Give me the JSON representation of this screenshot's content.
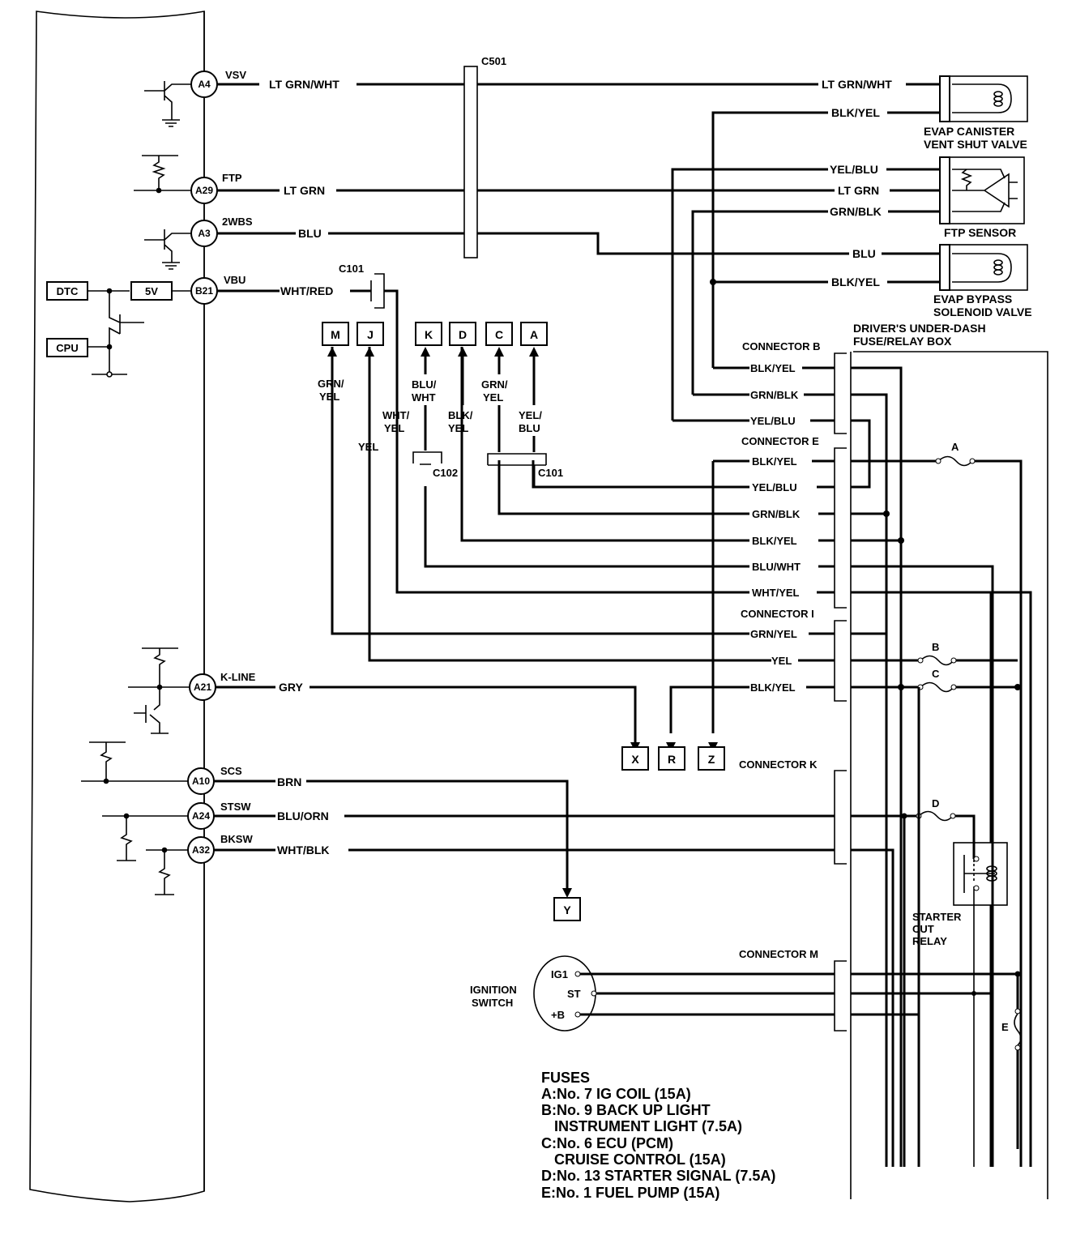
{
  "ecu": {
    "pins": [
      {
        "id": "A4",
        "signal": "VSV",
        "wire": "LT GRN/WHT"
      },
      {
        "id": "A29",
        "signal": "FTP",
        "wire": "LT GRN"
      },
      {
        "id": "A3",
        "signal": "2WBS",
        "wire": "BLU"
      },
      {
        "id": "B21",
        "signal": "VBU",
        "wire": "WHT/RED"
      },
      {
        "id": "A21",
        "signal": "K-LINE",
        "wire": "GRY"
      },
      {
        "id": "A10",
        "signal": "SCS",
        "wire": "BRN"
      },
      {
        "id": "A24",
        "signal": "STSW",
        "wire": "BLU/ORN"
      },
      {
        "id": "A32",
        "signal": "BKSW",
        "wire": "WHT/BLK"
      }
    ],
    "internal_blocks": {
      "dtc": "DTC",
      "v5": "5V",
      "cpu": "CPU"
    }
  },
  "connectors": {
    "c501": "C501",
    "c101_top": "C101",
    "c102": "C102",
    "c101_mid": "C101",
    "b": "CONNECTOR B",
    "e": "CONNECTOR E",
    "i": "CONNECTOR I",
    "k": "CONNECTOR K",
    "m": "CONNECTOR M"
  },
  "components": {
    "evap_canister": {
      "line1": "EVAP CANISTER",
      "line2": "VENT SHUT VALVE",
      "wires": [
        "LT GRN/WHT",
        "BLK/YEL"
      ]
    },
    "ftp_sensor": {
      "label": "FTP SENSOR",
      "wires": [
        "YEL/BLU",
        "LT GRN",
        "GRN/BLK"
      ]
    },
    "evap_bypass": {
      "line1": "EVAP BYPASS",
      "line2": "SOLENOID VALVE",
      "wires": [
        "BLU",
        "BLK/YEL"
      ]
    },
    "fuse_box": {
      "line1": "DRIVER'S UNDER-DASH",
      "line2": "FUSE/RELAY BOX"
    },
    "starter_relay": {
      "line1": "STARTER",
      "line2": "CUT",
      "line3": "RELAY"
    },
    "ignition": {
      "line1": "IGNITION",
      "line2": "SWITCH",
      "terminals": [
        "IG1",
        "ST",
        "+B"
      ]
    }
  },
  "refs_top": [
    {
      "id": "M",
      "wire1": "GRN/",
      "wire2": "YEL"
    },
    {
      "id": "J",
      "wire1": "YEL",
      "wire2": ""
    },
    {
      "id": "K",
      "wire1": "BLU/",
      "wire2": "WHT"
    },
    {
      "id": "D",
      "wire1": "BLK/",
      "wire2": "YEL"
    },
    {
      "id": "C",
      "wire1": "GRN/",
      "wire2": "YEL"
    },
    {
      "id": "A",
      "wire1": "YEL/",
      "wire2": "BLU"
    }
  ],
  "wht_yel_vertical": {
    "line1": "WHT/",
    "line2": "YEL"
  },
  "refs_bottom": [
    "X",
    "R",
    "Z",
    "Y"
  ],
  "connector_b_wires": [
    "BLK/YEL",
    "GRN/BLK",
    "YEL/BLU"
  ],
  "connector_e_wires": [
    "BLK/YEL",
    "YEL/BLU",
    "GRN/BLK",
    "BLK/YEL",
    "BLU/WHT",
    "WHT/YEL"
  ],
  "connector_i_wires": [
    "GRN/YEL",
    "YEL",
    "BLK/YEL"
  ],
  "fuse_marks": [
    "A",
    "B",
    "C",
    "D",
    "E"
  ],
  "fuses_legend": {
    "title": "FUSES",
    "lines": [
      "A:No. 7 IG COIL (15A)",
      "B:No. 9 BACK UP LIGHT",
      "  INSTRUMENT LIGHT (7.5A)",
      "C:No. 6 ECU (PCM)",
      "  CRUISE CONTROL (15A)",
      "D:No. 13 STARTER SIGNAL (7.5A)",
      "E:No. 1 FUEL PUMP (15A)"
    ]
  }
}
